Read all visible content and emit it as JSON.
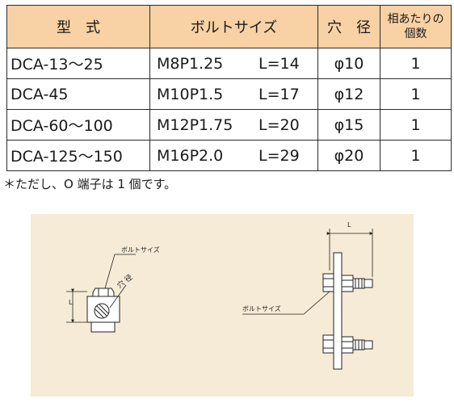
{
  "table": {
    "headers": {
      "type": "型　式",
      "bolt_size": "ボルトサイズ",
      "hole": "穴　径",
      "qty_line1": "相あたりの",
      "qty_line2": "個数"
    },
    "rows": [
      {
        "type": "DCA-13〜25",
        "bolt": "M8P1.25",
        "length": "L=14",
        "hole": "φ10",
        "qty": "1"
      },
      {
        "type": "DCA-45",
        "bolt": "M10P1.5",
        "length": "L=17",
        "hole": "φ12",
        "qty": "1"
      },
      {
        "type": "DCA-60〜100",
        "bolt": "M12P1.75",
        "length": "L=20",
        "hole": "φ15",
        "qty": "1"
      },
      {
        "type": "DCA-125〜150",
        "bolt": "M16P2.0",
        "length": "L=29",
        "hole": "φ20",
        "qty": "1"
      }
    ]
  },
  "footnote": "＊ただし、O 端子は 1 個です。",
  "drawing": {
    "label_bolt_left": "ボルトサイズ",
    "label_hole": "穴 径",
    "label_L_left": "L",
    "label_L_right": "L",
    "label_bolt_right": "ボルトサイズ"
  }
}
